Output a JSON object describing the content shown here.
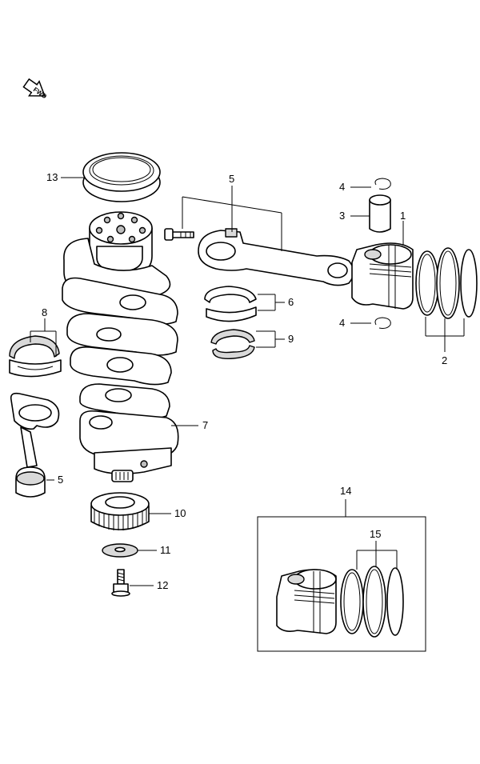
{
  "direction_marker": {
    "label": "FWD",
    "icon": "forward-arrow-icon"
  },
  "callouts": {
    "c1": "1",
    "c2": "2",
    "c3": "3",
    "c4_top": "4",
    "c4_bottom": "4",
    "c5_top": "5",
    "c5_left": "5",
    "c6": "6",
    "c7": "7",
    "c8": "8",
    "c9": "9",
    "c10": "10",
    "c11": "11",
    "c12": "12",
    "c13": "13",
    "c14": "14",
    "c15": "15"
  },
  "colors": {
    "line": "#000000",
    "shade": "#d9d9d9",
    "background": "#ffffff"
  }
}
